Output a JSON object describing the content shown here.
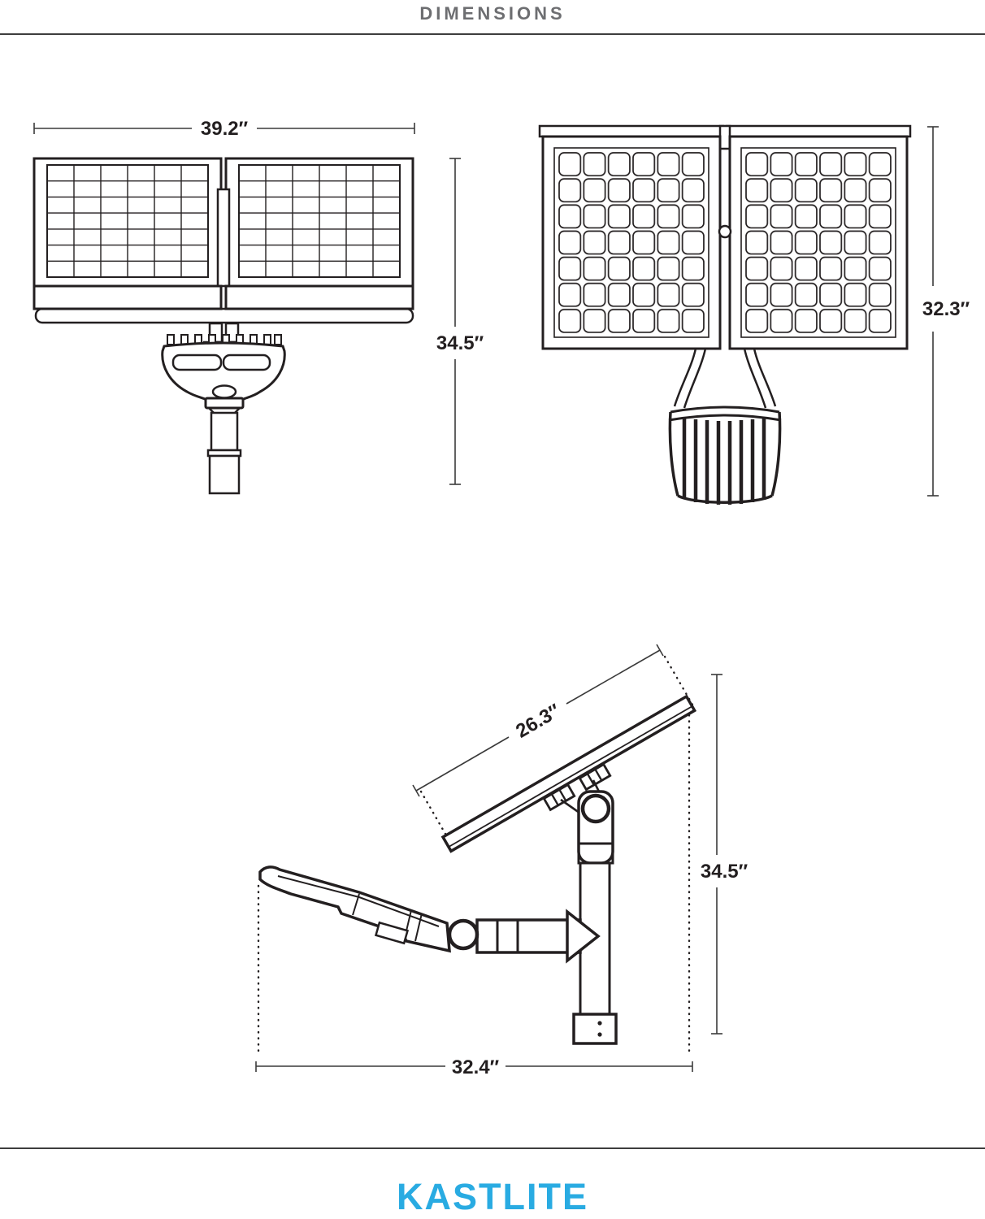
{
  "header": {
    "title": "DIMENSIONS"
  },
  "figures": {
    "front": {
      "name": "front-view",
      "width_label": "39.2″",
      "height_label": "34.5″"
    },
    "back": {
      "name": "back-view",
      "height_label": "32.3″"
    },
    "side": {
      "name": "side-view",
      "panel_length_label": "26.3″",
      "height_label": "34.5″",
      "depth_label": "32.4″"
    }
  },
  "footer": {
    "brand": "KASTLITE"
  },
  "colors": {
    "brand_accent": "#29abe2",
    "heading_gray": "#6d6e71",
    "line_art": "#231f20"
  }
}
